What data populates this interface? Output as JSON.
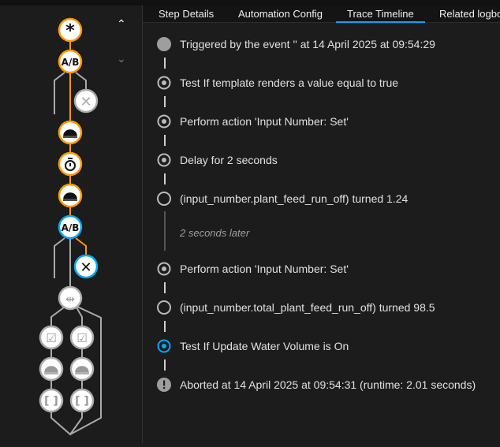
{
  "tabs": [
    "Step Details",
    "Automation Config",
    "Trace Timeline",
    "Related logbook"
  ],
  "active_tab": "Trace Timeline",
  "accent": "#03a9f4",
  "path_color": "#ff9800",
  "graph_nodes": [
    {
      "icon": "asterisk-trigger-icon",
      "state": "taken"
    },
    {
      "icon": "ab-choose-icon",
      "state": "taken"
    },
    {
      "icon": "close-icon",
      "state": "skipped"
    },
    {
      "icon": "service-bell-icon",
      "state": "taken"
    },
    {
      "icon": "timer-icon",
      "state": "taken"
    },
    {
      "icon": "service-bell-icon",
      "state": "taken"
    },
    {
      "icon": "ab-choose-icon",
      "state": "active"
    },
    {
      "icon": "close-icon",
      "state": "active-taken"
    },
    {
      "icon": "parallel-arrows-icon",
      "state": "not-run"
    },
    {
      "icon": "checkbox-icon",
      "state": "not-run"
    },
    {
      "icon": "checkbox-icon",
      "state": "not-run"
    },
    {
      "icon": "service-bell-icon",
      "state": "not-run"
    },
    {
      "icon": "service-bell-icon",
      "state": "not-run"
    },
    {
      "icon": "brackets-icon",
      "state": "not-run"
    },
    {
      "icon": "brackets-icon",
      "state": "not-run"
    }
  ],
  "timeline": [
    {
      "icon": "filled-circle",
      "text": "Triggered by the event '' at 14 April 2025 at 09:54:29"
    },
    {
      "icon": "radio-dot",
      "text": "Test If template renders a value equal to true"
    },
    {
      "icon": "radio-dot",
      "text": "Perform action 'Input Number: Set'"
    },
    {
      "icon": "radio-dot",
      "text": "Delay for 2 seconds"
    },
    {
      "icon": "empty-circle",
      "text": "(input_number.plant_feed_run_off) turned 1.24"
    },
    {
      "icon": "radio-dot",
      "text": "Perform action 'Input Number: Set'"
    },
    {
      "icon": "empty-circle",
      "text": "(input_number.total_plant_feed_run_off) turned 98.5"
    },
    {
      "icon": "radio-dot-active",
      "text": "Test If Update Water Volume is On"
    },
    {
      "icon": "alert-circle",
      "text": "Aborted at 14 April 2025 at 09:54:31 (runtime: 2.01 seconds)"
    }
  ],
  "later_text": "2 seconds later"
}
